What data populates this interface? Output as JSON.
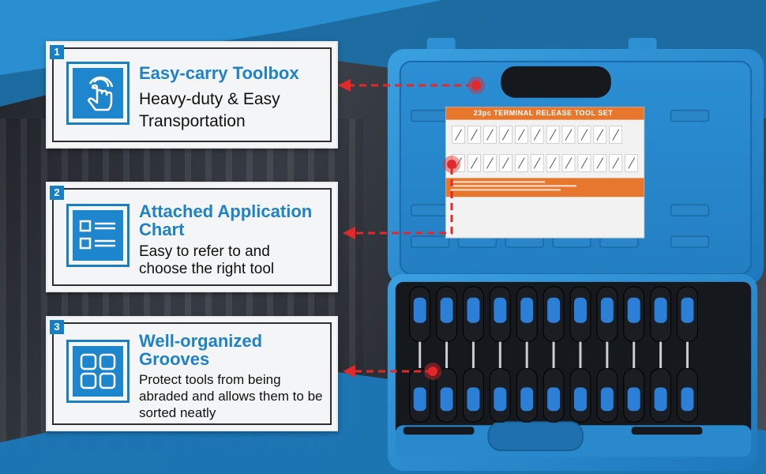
{
  "features": [
    {
      "number": "1",
      "title": "Easy-carry Toolbox",
      "description": "Heavy-duty & Easy Transportation",
      "icon": "touch-hand-icon"
    },
    {
      "number": "2",
      "title": "Attached Application Chart",
      "description": "Easy to refer to and choose the right tool",
      "icon": "checklist-icon"
    },
    {
      "number": "3",
      "title": "Well-organized Grooves",
      "description": "Protect tools from being abraded and allows them to be sorted neatly",
      "icon": "grid-four-squares-icon"
    }
  ],
  "product": {
    "label_title": "23pc TERMINAL RELEASE TOOL SET"
  },
  "colors": {
    "accent": "#1f82c8",
    "case_blue": "#2f8fd3",
    "connector_red": "#e3282a",
    "handle_black": "#15181d",
    "handle_blue": "#2b7fd6",
    "label_orange": "#e8772e"
  }
}
